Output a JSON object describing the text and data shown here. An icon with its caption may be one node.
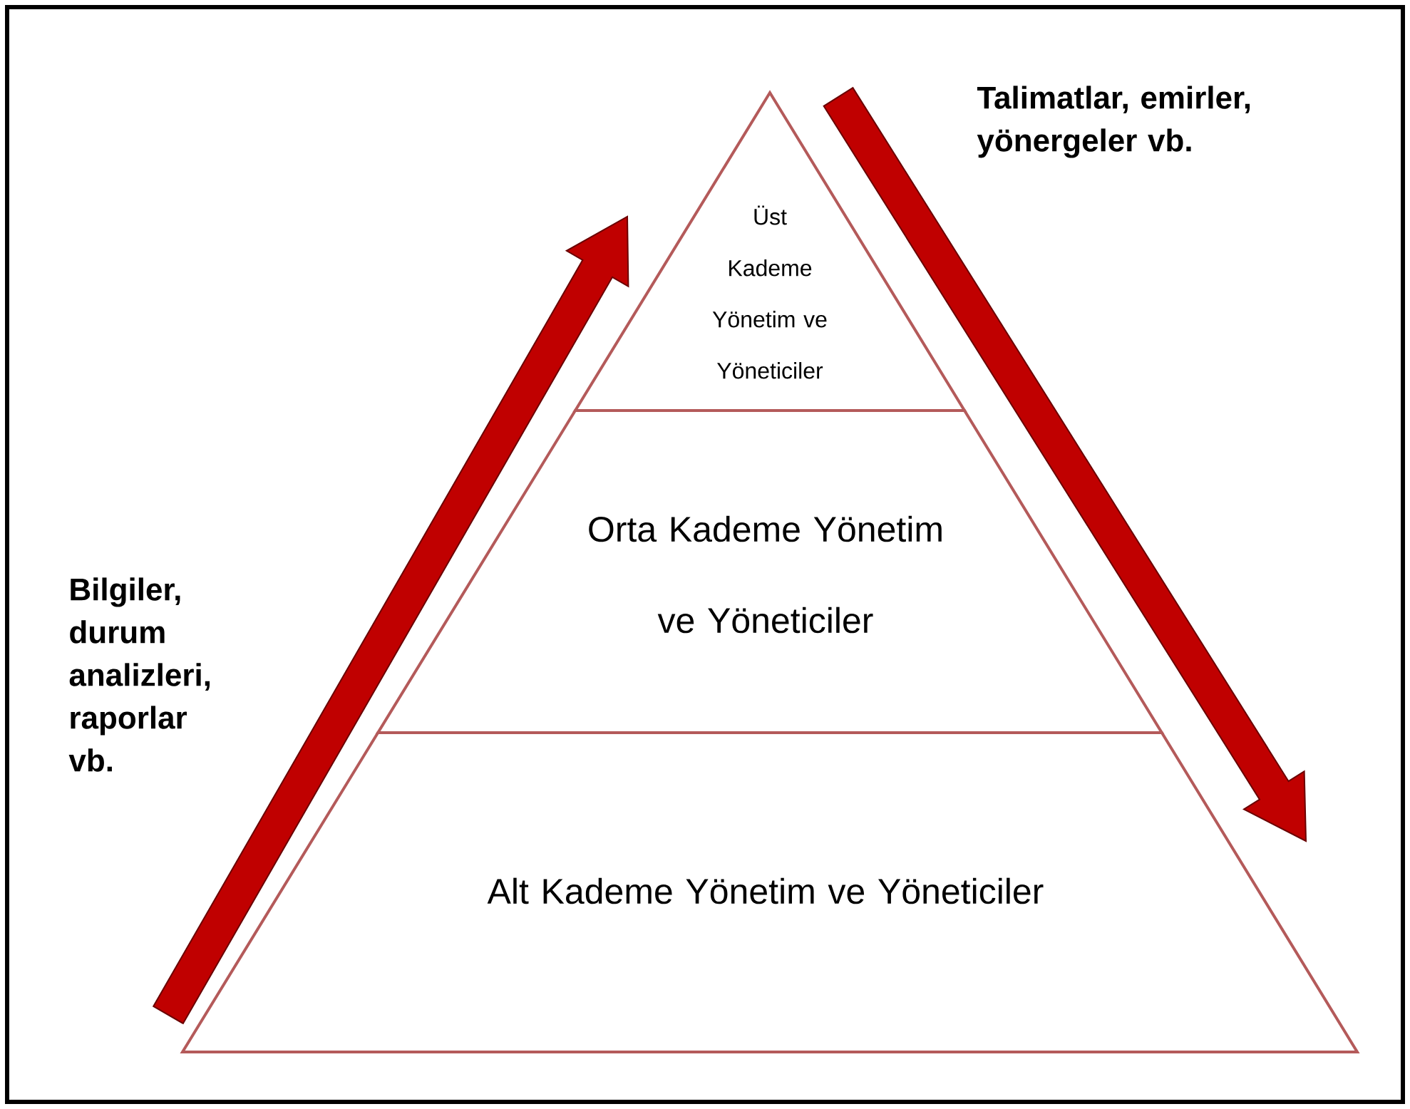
{
  "diagram": {
    "nodes": [
      {
        "text": [
          "Üst Kademe Yönetim ve Yöneticiler"
        ]
      },
      {
        "text": [
          "Orta Kademe Yönetim ve Yöneticiler"
        ]
      },
      {
        "text": [
          "Alt Kademe Yönetim ve Yöneticiler"
        ]
      }
    ],
    "labels": [
      "Talimatlar, emirler, yönergeler vb.",
      "Bilgiler, durum analizleri, raporlar vb."
    ]
  }
}
